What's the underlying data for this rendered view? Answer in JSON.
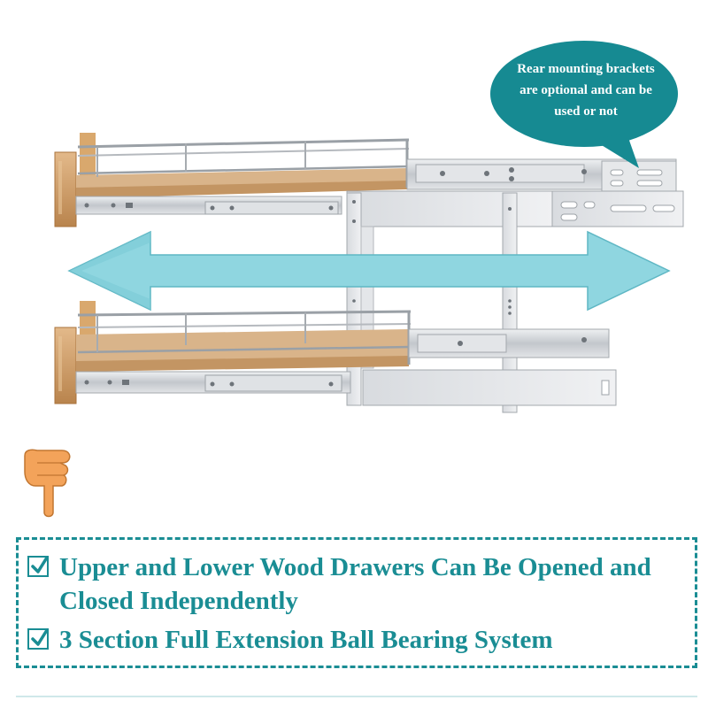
{
  "callout": {
    "lines": [
      "Rear mounting brackets",
      "are optional and can be",
      "used or not"
    ]
  },
  "features": [
    {
      "text": "Upper and Lower Wood Drawers Can Be Opened and Closed Independently",
      "checked": true
    },
    {
      "text": "3 Section Full Extension Ball Bearing System",
      "checked": true
    }
  ],
  "colors": {
    "accent": "#1a8d94",
    "bubble": "#168a92",
    "arrow": "#8fd6e0",
    "wood": "#c8955c",
    "steel": "#c9ccd0",
    "hand": "#f3a35a"
  },
  "icons": [
    "pointing-hand-icon",
    "checkmark-icon",
    "double-arrow-icon"
  ]
}
